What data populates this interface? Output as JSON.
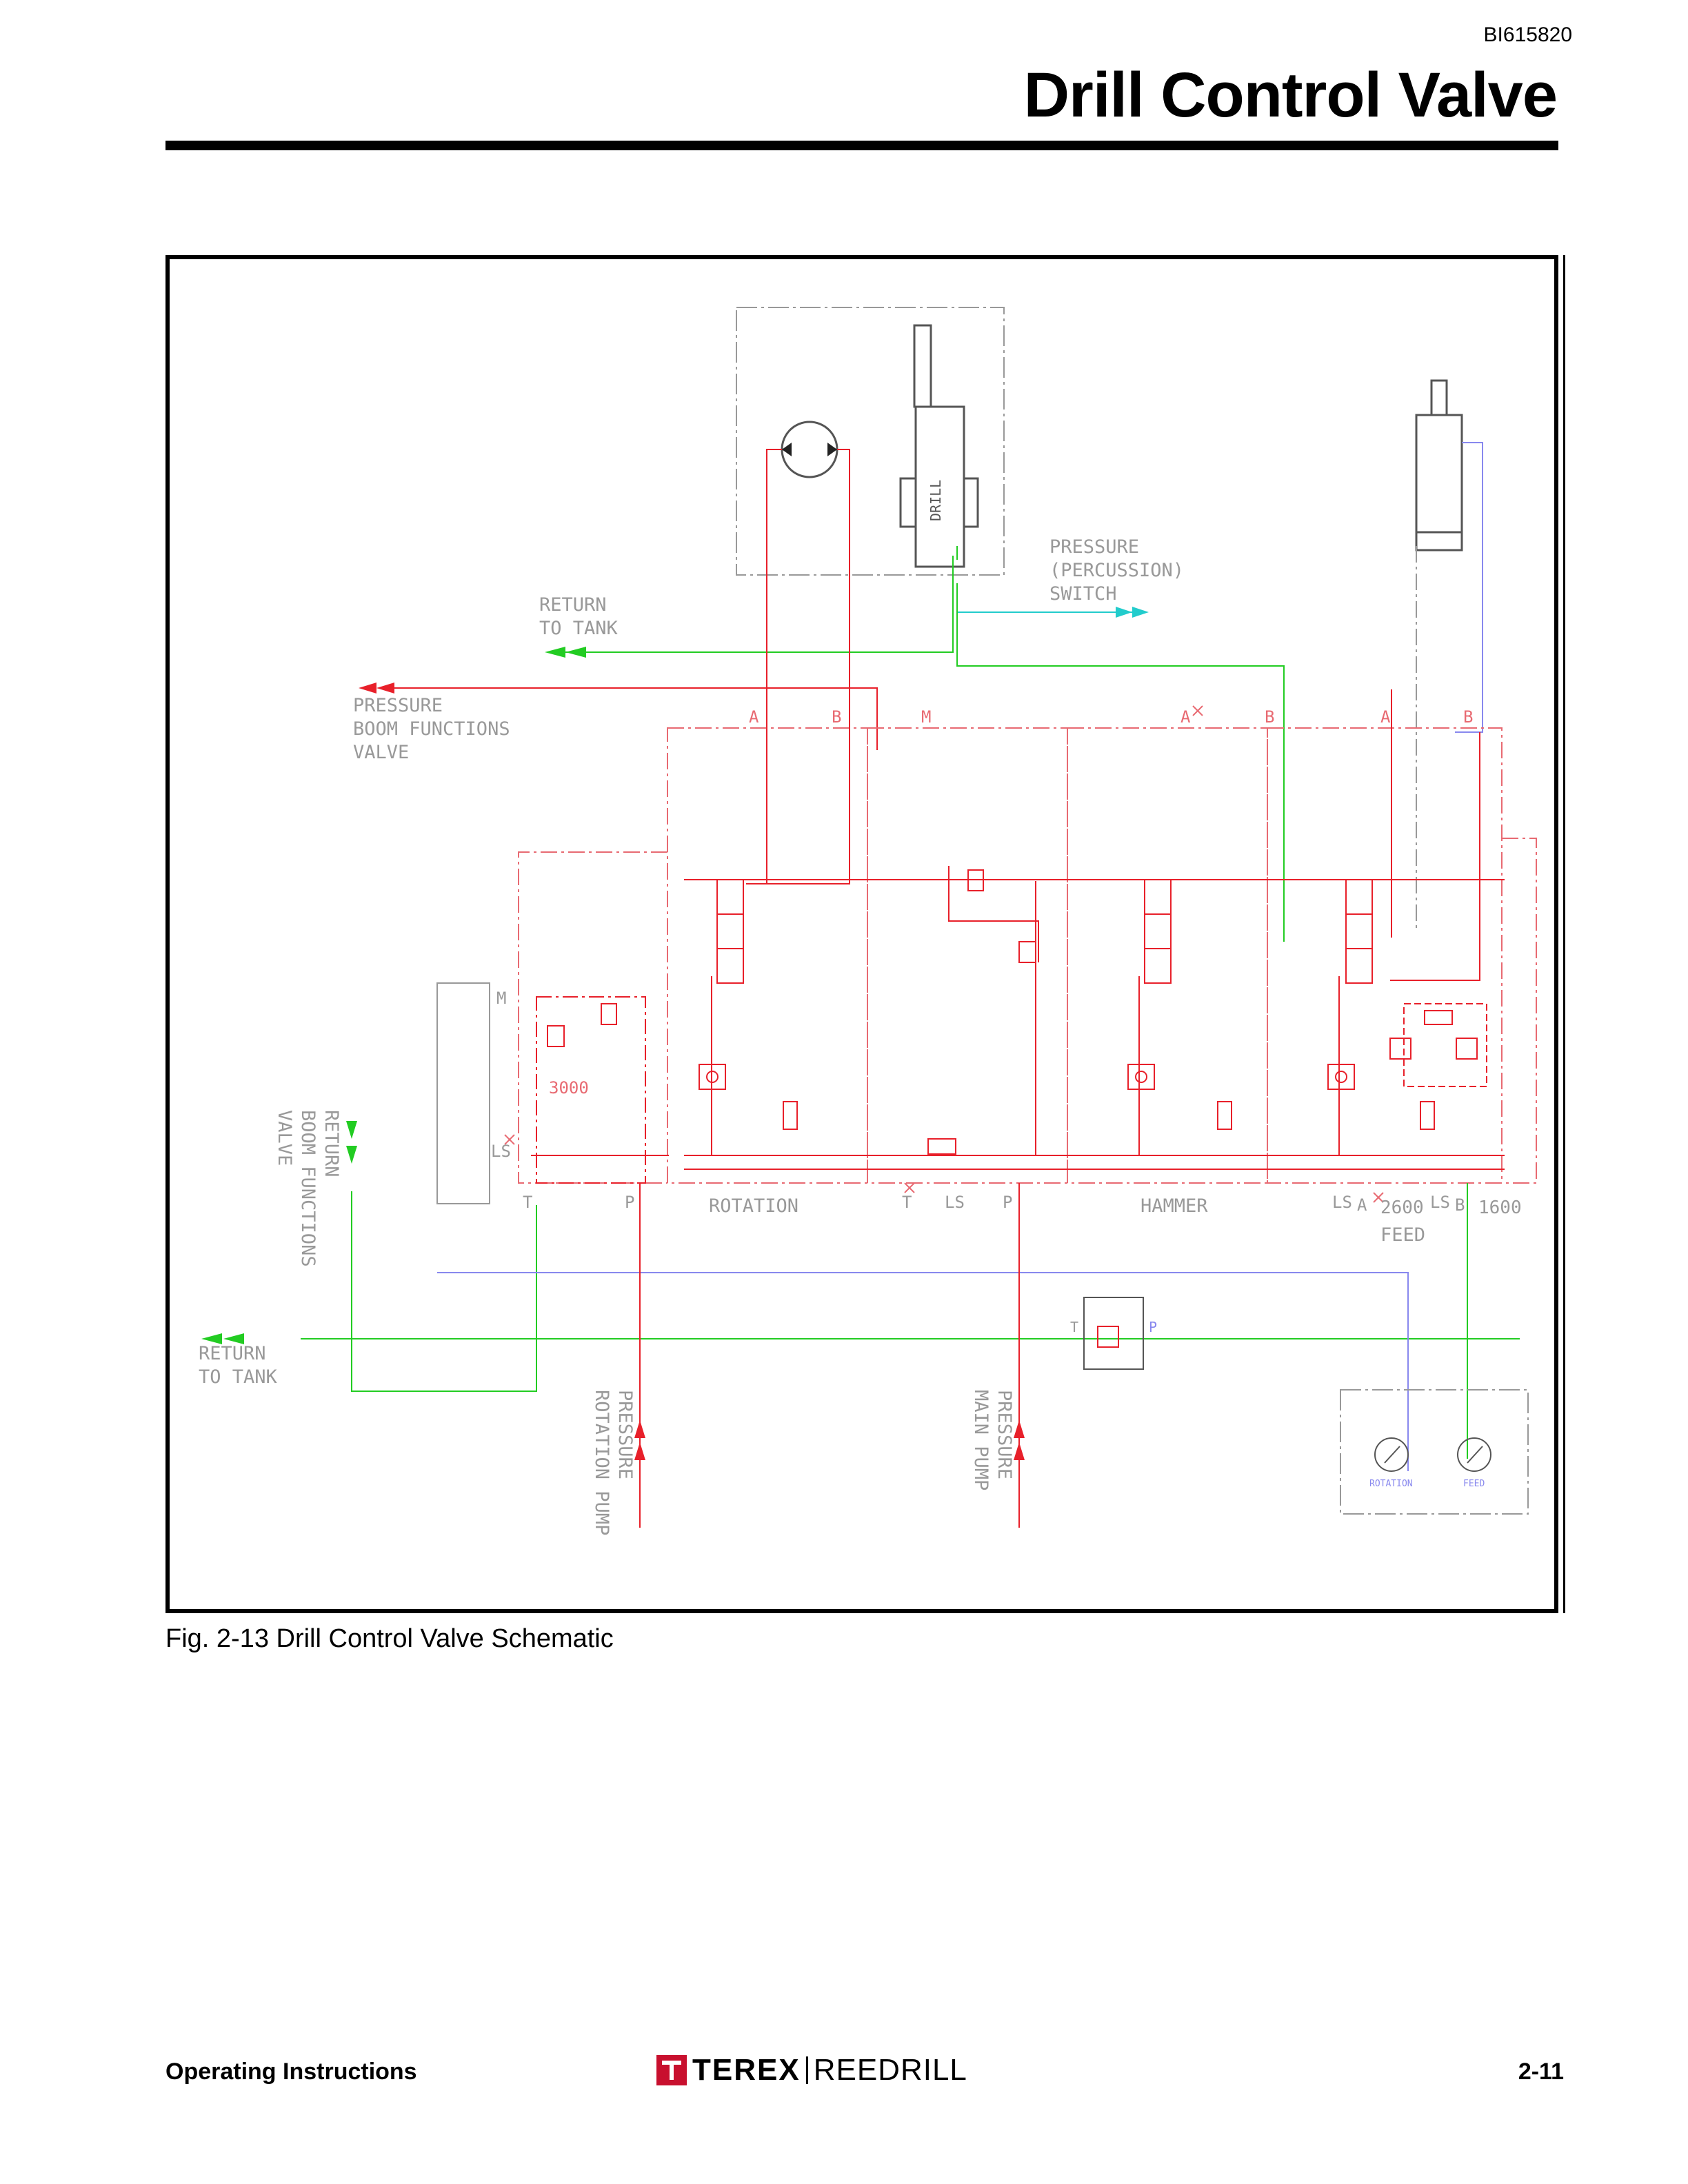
{
  "header": {
    "doc_id": "BI615820",
    "title": "Drill Control Valve"
  },
  "figure": {
    "caption": "Fig. 2-13  Drill Control Valve Schematic",
    "labels": {
      "pressure_percussion_switch": [
        "PRESSURE",
        "(PERCUSSION)",
        "SWITCH"
      ],
      "return_to_tank_top": [
        "RETURN",
        "TO TANK"
      ],
      "pressure_boom_functions": [
        "PRESSURE",
        "BOOM FUNCTIONS",
        "VALVE"
      ],
      "return_boom_functions": [
        "RETURN",
        "BOOM FUNCTIONS",
        "VALVE"
      ],
      "return_to_tank_bottom": [
        "RETURN",
        "TO TANK"
      ],
      "pressure_rotation_pump": [
        "PRESSURE",
        "ROTATION PUMP"
      ],
      "pressure_main_pump": [
        "PRESSURE",
        "MAIN PUMP"
      ],
      "drill": "DRILL",
      "section_rotation": "ROTATION",
      "section_hammer": "HAMMER",
      "section_feed": "FEED",
      "gauge_rotation": "ROTATION",
      "gauge_feed": "FEED",
      "relief_3000": "3000",
      "relief_2600": "2600",
      "relief_1600": "1600",
      "port_a": "A",
      "port_b": "B",
      "port_m": "M",
      "port_t": "T",
      "port_p": "P",
      "port_ls": "LS"
    },
    "colors": {
      "pressure": "#e8202a",
      "return": "#22cc22",
      "signal": "#22cccc",
      "pilot": "#8888ee",
      "housing": "#999999",
      "valve": "#e86a72"
    }
  },
  "footer": {
    "left": "Operating Instructions",
    "brand_main": "TEREX",
    "brand_sub": "REEDRILL",
    "page": "2-11"
  }
}
